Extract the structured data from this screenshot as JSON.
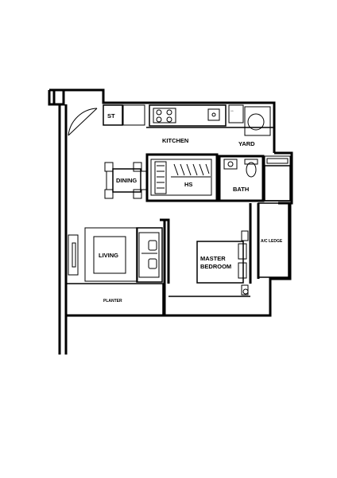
{
  "rooms": {
    "store": "ST",
    "kitchen": "KITCHEN",
    "yard": "YARD",
    "dining": "DINING",
    "household_shelter": "HS",
    "bath": "BATH",
    "living": "LIVING",
    "master_bedroom_line1": "MASTER",
    "master_bedroom_line2": "BEDROOM",
    "ac_ledge": "A/C LEDGE",
    "planter": "PLANTER"
  },
  "colors": {
    "line": "#000000",
    "background": "#ffffff"
  }
}
